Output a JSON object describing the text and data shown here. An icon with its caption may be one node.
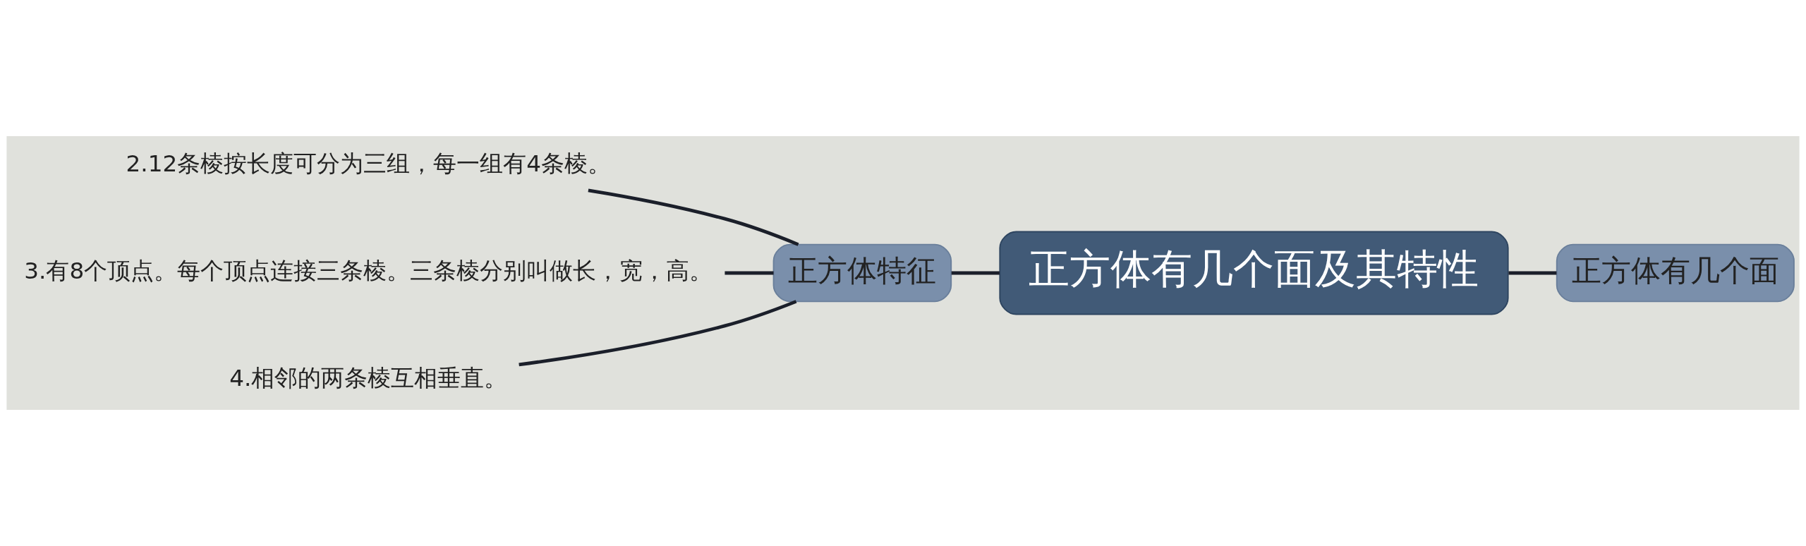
{
  "diagram": {
    "nodes": [
      {
        "text": [
          "正方体有几个面及其特性"
        ]
      },
      {
        "text": [
          "正方体特征"
        ]
      },
      {
        "text": [
          "正方体有几个面"
        ]
      },
      {
        "text": [
          "2.12条棱按长度可分为三组，每一组有4条棱。"
        ]
      },
      {
        "text": [
          "3.有8个顶点。每个顶点连接三条棱。三条棱分别叫做长，宽，高。"
        ]
      },
      {
        "text": [
          "4.相邻的两条棱互相垂直。"
        ]
      }
    ],
    "edges": [
      {
        "from": 0,
        "to": 1,
        "arrow": "none"
      },
      {
        "from": 0,
        "to": 2,
        "arrow": "none"
      },
      {
        "from": 1,
        "to": 3,
        "arrow": "none"
      },
      {
        "from": 1,
        "to": 4,
        "arrow": "none"
      },
      {
        "from": 1,
        "to": 5,
        "arrow": "none"
      }
    ]
  }
}
